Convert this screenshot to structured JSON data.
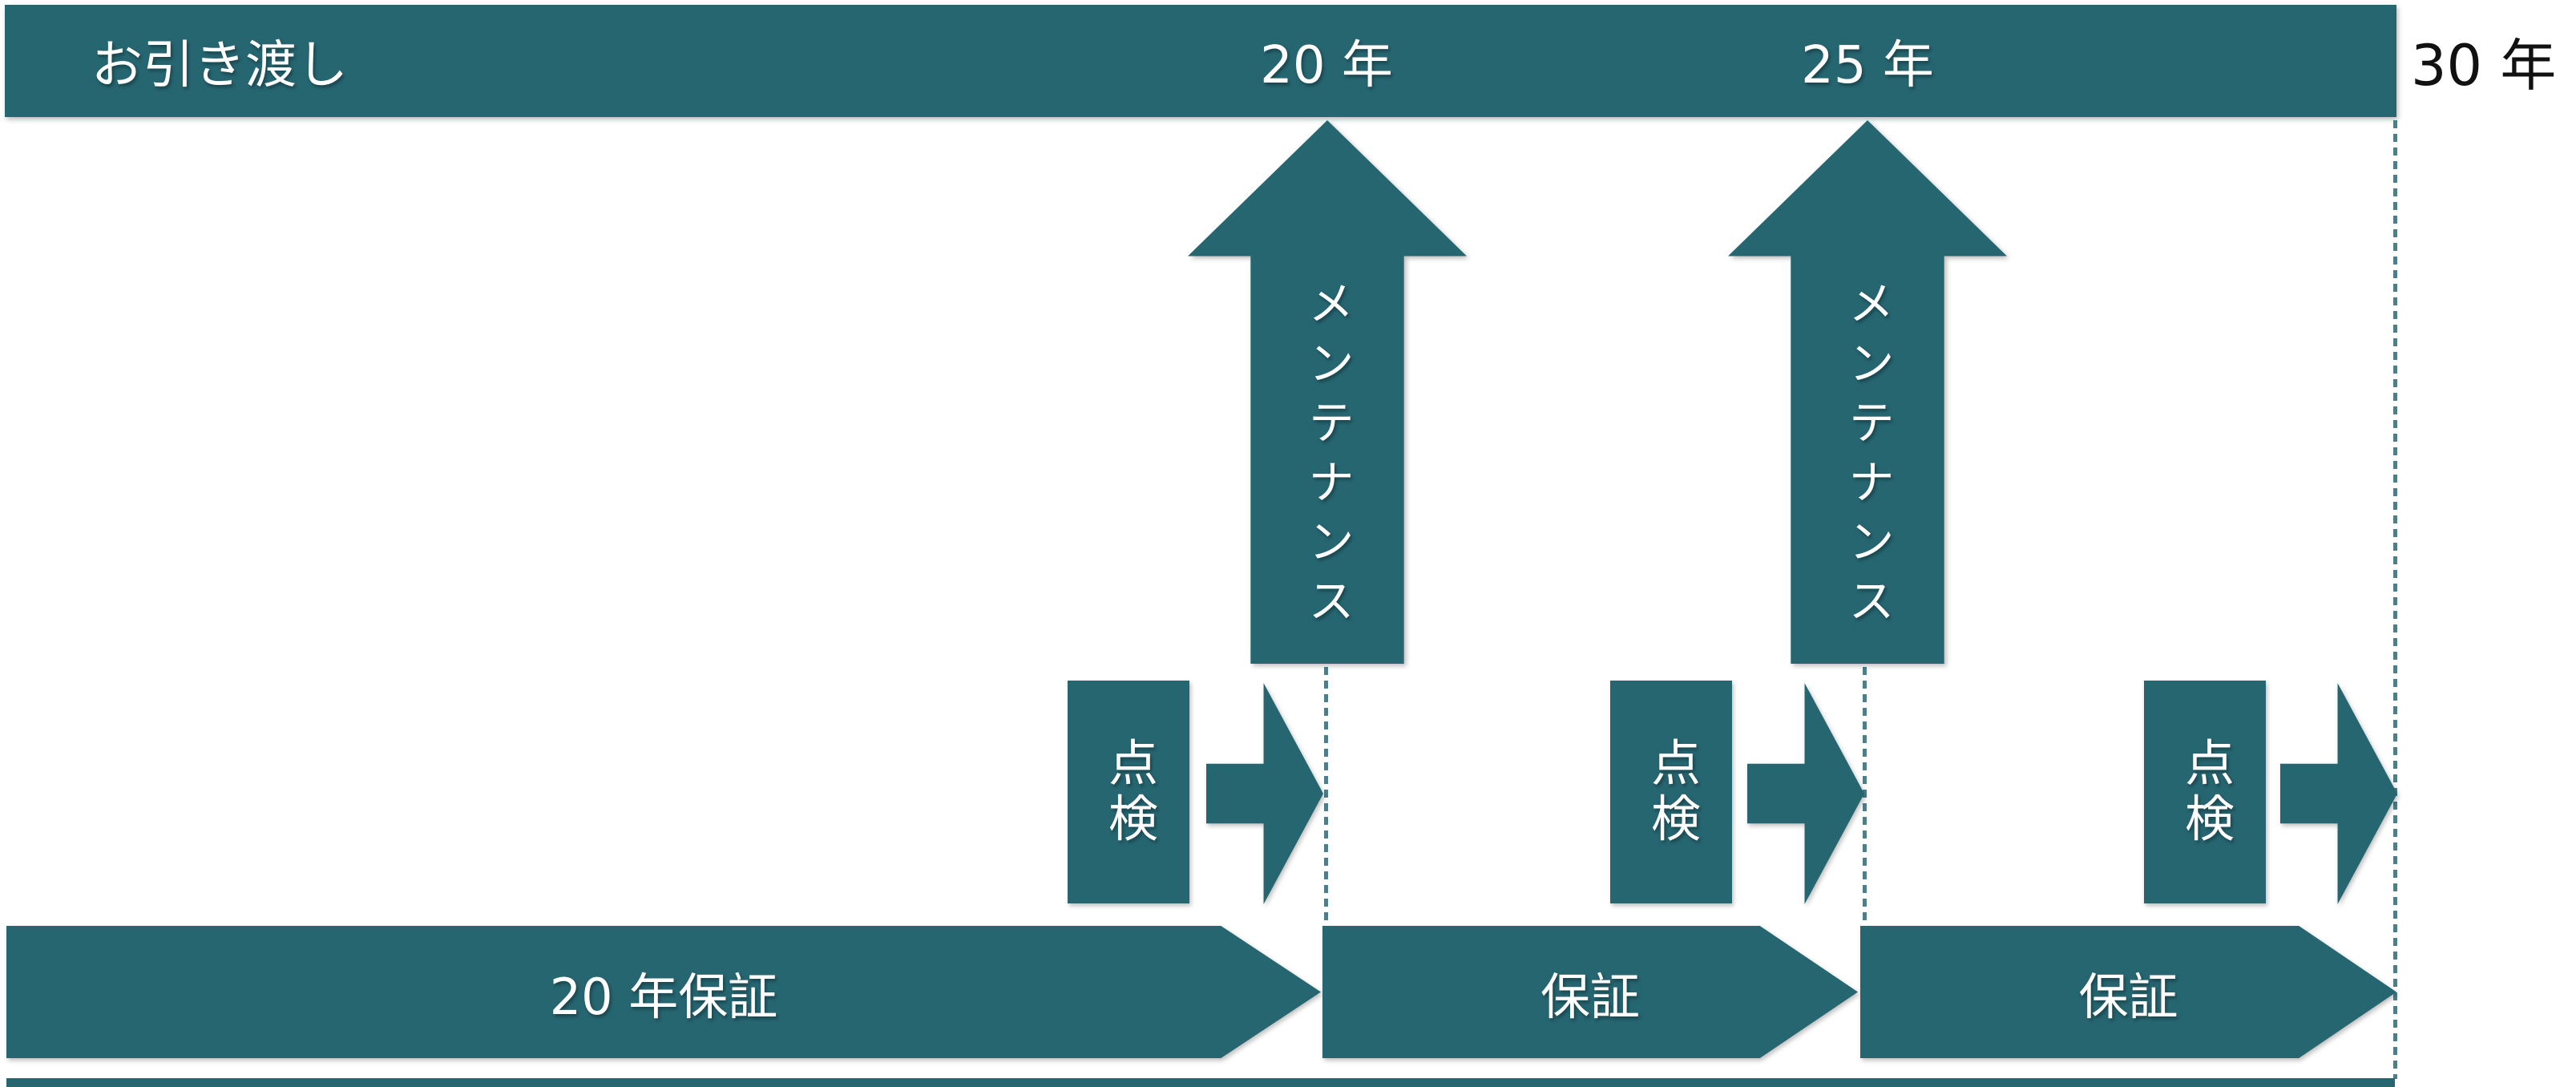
{
  "colors": {
    "teal": "#266671",
    "dash_line": "#4f7e89",
    "outside_label_text": "#111111",
    "text_white": "#ffffff"
  },
  "header_bar": {
    "title": "お引き渡し",
    "milestone_20": "20 年",
    "milestone_25": "25 年",
    "milestone_30_outside": "30 年"
  },
  "maintenance": {
    "arrow_1_label": "メンテナンス",
    "arrow_2_label": "メンテナンス"
  },
  "inspections": {
    "box_1_label": "点検",
    "box_2_label": "点検",
    "box_3_label": "点検"
  },
  "warranties": {
    "arrow_1_label": "20 年保証",
    "arrow_2_label": "保証",
    "arrow_3_label": "保証"
  }
}
